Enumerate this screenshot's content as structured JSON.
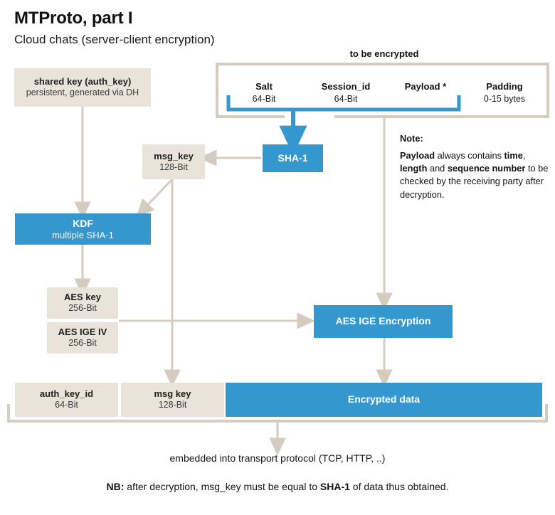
{
  "header": {
    "title": "MTProto, part I",
    "subtitle": "Cloud chats (server-client encryption)"
  },
  "diagram": {
    "to_be_encrypted_label": "to be encrypted",
    "shared_key": {
      "name": "shared key (auth_key)",
      "detail": "persistent, generated via DH"
    },
    "payload_fields": [
      {
        "name": "Salt",
        "size": "64-Bit"
      },
      {
        "name": "Session_id",
        "size": "64-Bit"
      },
      {
        "name": "Payload *",
        "size": ""
      },
      {
        "name": "Padding",
        "size": "0-15 bytes"
      }
    ],
    "sha1": {
      "name": "SHA-1"
    },
    "msg_key_top": {
      "name": "msg_key",
      "size": "128-Bit"
    },
    "kdf": {
      "name": "KDF",
      "detail": "multiple SHA-1"
    },
    "aes_key": {
      "name": "AES key",
      "size": "256-Bit"
    },
    "aes_ige_iv": {
      "name": "AES IGE IV",
      "size": "256-Bit"
    },
    "aes_ige_encryption": {
      "name": "AES IGE Encryption"
    },
    "output_row": [
      {
        "name": "auth_key_id",
        "size": "64-Bit"
      },
      {
        "name": "msg key",
        "size": "128-Bit"
      },
      {
        "name": "Encrypted data",
        "size": ""
      }
    ],
    "note": {
      "heading": "Note:",
      "line1_a": "Payload",
      "line1_b": " always contains ",
      "line1_c": "time",
      "line1_d": ",",
      "line2_a": "length",
      "line2_b": " and ",
      "line2_c": "sequence number",
      "line3": "to be checked by the receiving",
      "line4": "party after decryption."
    }
  },
  "footer": {
    "transport": "embedded into transport protocol (TCP, HTTP, ..)",
    "nb_label": "NB:",
    "nb_text_a": " after decryption, msg_key must be equal to ",
    "nb_bold": "SHA-1",
    "nb_text_b": " of data thus obtained."
  },
  "colors": {
    "blue": "#3498ce",
    "beige": "#e9e3d9",
    "wire": "#d4cdbf",
    "background": "#ffffff",
    "text": "#1a1a1a"
  }
}
